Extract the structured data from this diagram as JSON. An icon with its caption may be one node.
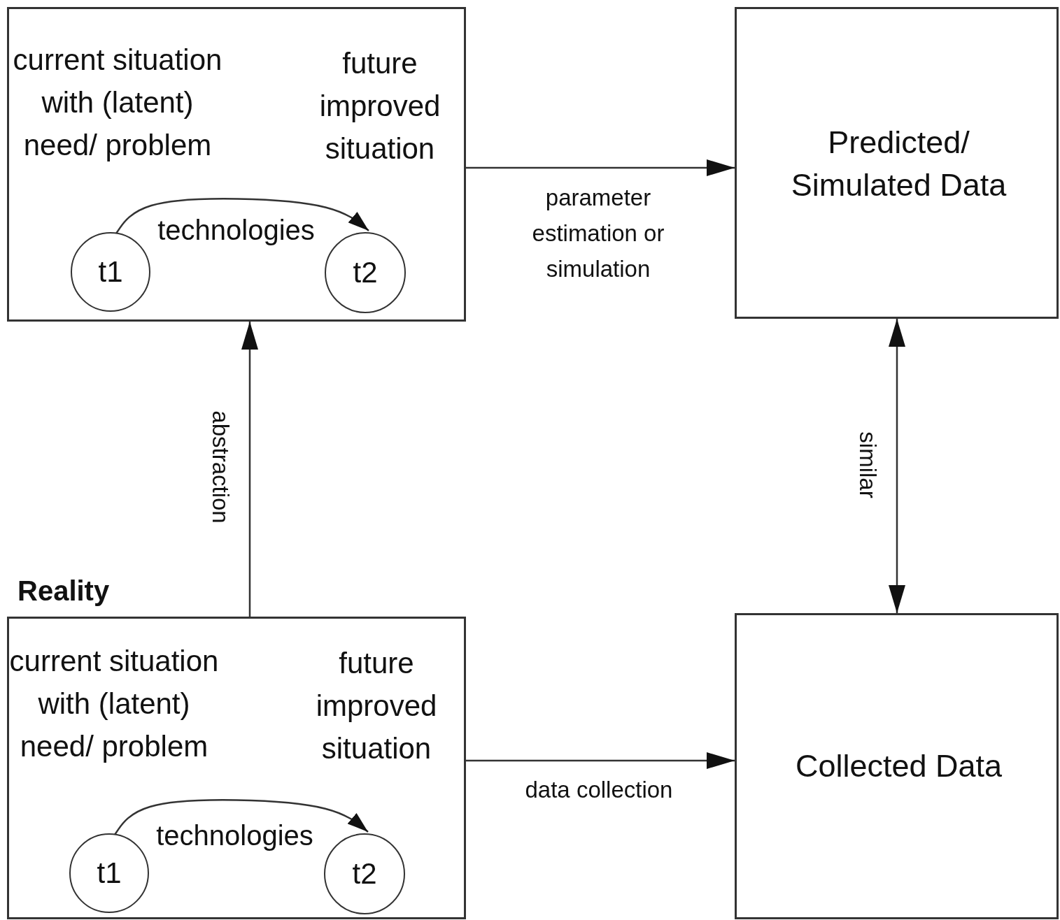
{
  "diagram": {
    "nodes": [
      {
        "text": [
          "current situation with (latent) need/ problem",
          "future improved situation"
        ]
      },
      {
        "text": [
          "t1"
        ],
        "in": 0
      },
      {
        "text": [
          "t2"
        ],
        "in": 0
      },
      {
        "text": [
          "Predicted/ Simulated Data"
        ]
      },
      {
        "text": [
          "Reality",
          "current situation with (latent) need/ problem",
          "future improved situation"
        ]
      },
      {
        "text": [
          "t1"
        ],
        "in": 4
      },
      {
        "text": [
          "t2"
        ],
        "in": 4
      },
      {
        "text": [
          "Collected Data"
        ]
      }
    ],
    "edges": [
      {
        "from": 1,
        "to": 2,
        "arrow": "to",
        "label": "technologies"
      },
      {
        "from": 0,
        "to": 3,
        "arrow": "to",
        "label": "parameter estimation or simulation"
      },
      {
        "from": 4,
        "to": 0,
        "arrow": "to",
        "label": "abstraction"
      },
      {
        "from": 3,
        "to": 7,
        "arrow": "both",
        "label": "similar"
      },
      {
        "from": 5,
        "to": 6,
        "arrow": "to",
        "label": "technologies"
      },
      {
        "from": 4,
        "to": 7,
        "arrow": "to",
        "label": "data collection"
      }
    ]
  }
}
